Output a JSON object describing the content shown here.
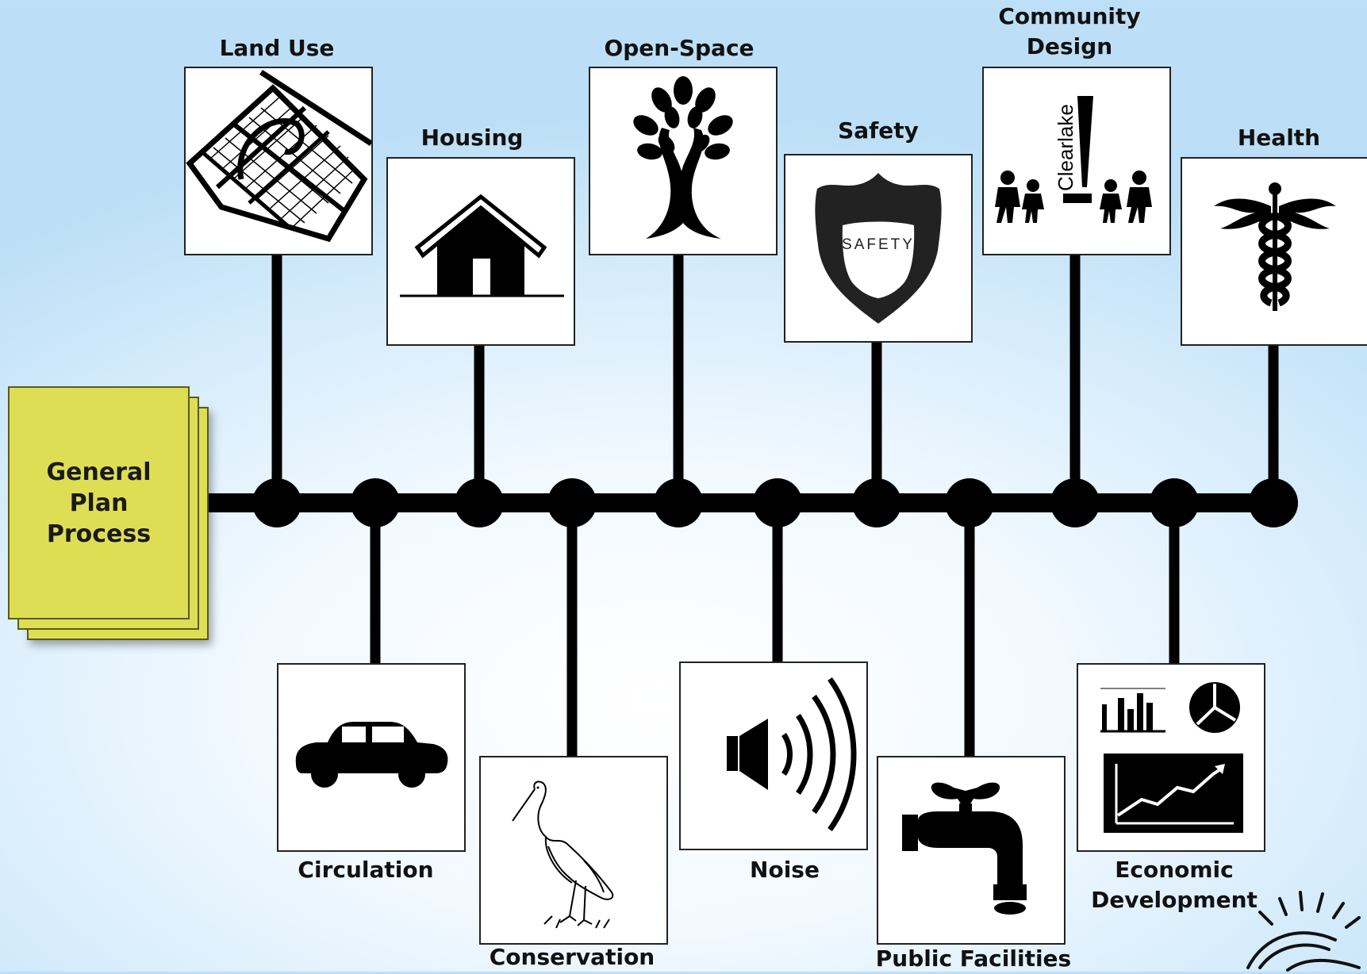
{
  "hub": {
    "label": "General\nPlan\nProcess",
    "color": "#dede55"
  },
  "elements": {
    "land_use": "Land Use",
    "housing": "Housing",
    "open_space": "Open-Space",
    "safety": "Safety",
    "community_design": "Community\nDesign",
    "health": "Health",
    "circulation": "Circulation",
    "conservation": "Conservation",
    "noise": "Noise",
    "public_facilities": "Public Facilities",
    "economic_development": "Economic\nDevelopment"
  },
  "icons": {
    "land_use": "street-map-icon",
    "housing": "house-icon",
    "open_space": "tree-icon",
    "safety": "safety-shield-icon",
    "community_design": "community-people-icon",
    "health": "caduceus-icon",
    "circulation": "car-icon",
    "conservation": "egret-icon",
    "noise": "speaker-sound-icon",
    "public_facilities": "water-faucet-icon",
    "economic_development": "charts-icon"
  },
  "badge_texts": {
    "safety_shield": "SAFETY",
    "community_sign": "Clearlake"
  },
  "colors": {
    "line": "#000000",
    "background": "#cfe8f9"
  }
}
